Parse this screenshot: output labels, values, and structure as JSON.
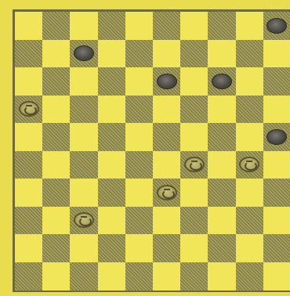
{
  "board": {
    "rows": 10,
    "cols": 10,
    "colors": {
      "light_square": "#f1e55a",
      "dark_square": "#a59f5c",
      "frame": "#6e6a3a"
    },
    "pieces": [
      {
        "row": 0,
        "col": 9,
        "type": "dark-man"
      },
      {
        "row": 1,
        "col": 2,
        "type": "dark-man"
      },
      {
        "row": 2,
        "col": 5,
        "type": "dark-man"
      },
      {
        "row": 2,
        "col": 7,
        "type": "dark-man"
      },
      {
        "row": 3,
        "col": 0,
        "type": "light-king"
      },
      {
        "row": 4,
        "col": 9,
        "type": "dark-man"
      },
      {
        "row": 5,
        "col": 6,
        "type": "light-king"
      },
      {
        "row": 5,
        "col": 8,
        "type": "light-king"
      },
      {
        "row": 6,
        "col": 5,
        "type": "light-king"
      },
      {
        "row": 7,
        "col": 2,
        "type": "light-king"
      }
    ]
  }
}
